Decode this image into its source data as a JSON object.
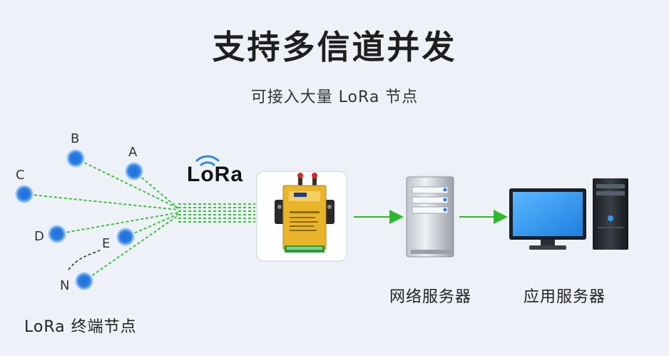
{
  "title": "支持多信道并发",
  "subtitle": "可接入大量 LoRa 节点",
  "lora_logo": "LoRa",
  "nodes": [
    {
      "label": "B"
    },
    {
      "label": "A"
    },
    {
      "label": "C"
    },
    {
      "label": "D"
    },
    {
      "label": "E"
    },
    {
      "label": "N"
    }
  ],
  "captions": {
    "terminal_nodes": "LoRa 终端节点",
    "network_server": "网络服务器",
    "application_server": "应用服务器"
  },
  "colors": {
    "node_blue": "#2b7de3",
    "link_green": "#3cc13c",
    "arrow_green": "#2eb82e",
    "gateway_yellow": "#e9b42a",
    "monitor_blue": "#2d9cf0"
  }
}
